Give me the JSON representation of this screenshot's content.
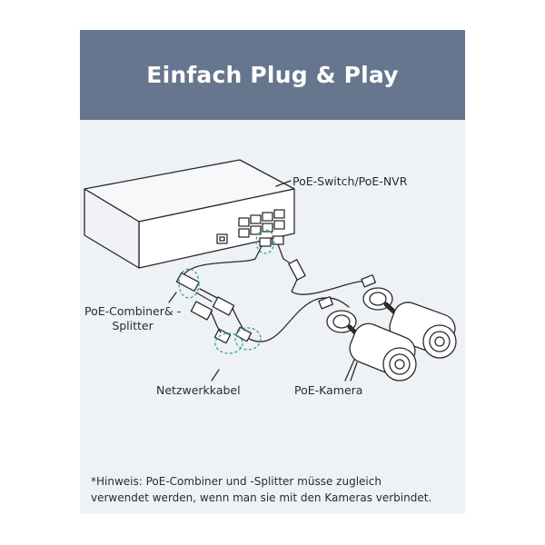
{
  "banner": {
    "title": "Einfach Plug & Play"
  },
  "labels": {
    "switch": "PoE-Switch/PoE-NVR",
    "combiner_line1": "PoE-Combiner& -",
    "combiner_line2": "Splitter",
    "cable": "Netzwerkkabel",
    "camera": "PoE-Kamera"
  },
  "note": {
    "line1": "*Hinweis: PoE-Combiner und -Splitter müsse zugleich",
    "line2": "verwendet werden, wenn man sie mit den Kameras verbindet."
  },
  "colors": {
    "banner": "#66768e",
    "background": "#eef2f6",
    "highlight": "#3aa6a0",
    "line": "#2b2b2b"
  }
}
